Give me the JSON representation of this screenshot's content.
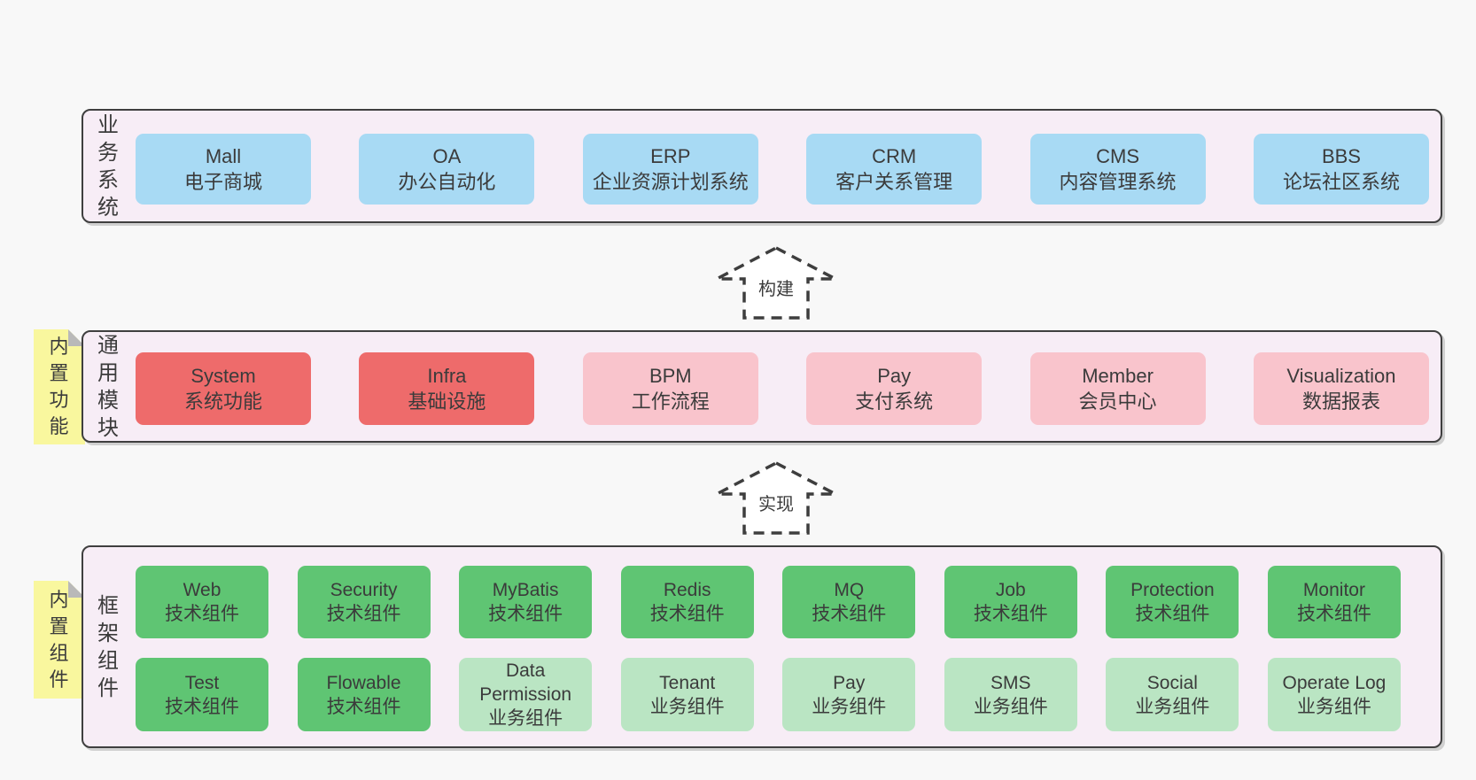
{
  "colors": {
    "page_bg": "#f8f8f8",
    "layer_bg": "#f7edf6",
    "layer_border": "#3f3f3f",
    "box_blue": "#a8daf4",
    "box_red": "#ee6b6b",
    "box_pink": "#f9c4cc",
    "box_green": "#5fc573",
    "box_lightgreen": "#bae5c3",
    "tab_yellow": "#f9f79e",
    "tab_fold_gray": "#b9b9b9",
    "text": "#3b3b3b"
  },
  "layers": [
    {
      "id": "business",
      "label": "业务系统",
      "boxes": [
        {
          "name": "Mall",
          "desc": "电子商城",
          "color": "blue"
        },
        {
          "name": "OA",
          "desc": "办公自动化",
          "color": "blue"
        },
        {
          "name": "ERP",
          "desc": "企业资源计划系统",
          "color": "blue"
        },
        {
          "name": "CRM",
          "desc": "客户关系管理",
          "color": "blue"
        },
        {
          "name": "CMS",
          "desc": "内容管理系统",
          "color": "blue"
        },
        {
          "name": "BBS",
          "desc": "论坛社区系统",
          "color": "blue"
        }
      ]
    },
    {
      "id": "common",
      "label": "通用模块",
      "tab": "内置功能",
      "boxes": [
        {
          "name": "System",
          "desc": "系统功能",
          "color": "red"
        },
        {
          "name": "Infra",
          "desc": "基础设施",
          "color": "red"
        },
        {
          "name": "BPM",
          "desc": "工作流程",
          "color": "pink"
        },
        {
          "name": "Pay",
          "desc": "支付系统",
          "color": "pink"
        },
        {
          "name": "Member",
          "desc": "会员中心",
          "color": "pink"
        },
        {
          "name": "Visualization",
          "desc": "数据报表",
          "color": "pink"
        }
      ]
    },
    {
      "id": "framework",
      "label": "框架组件",
      "tab": "内置组件",
      "rows": [
        [
          {
            "name": "Web",
            "desc": "技术组件",
            "color": "green"
          },
          {
            "name": "Security",
            "desc": "技术组件",
            "color": "green"
          },
          {
            "name": "MyBatis",
            "desc": "技术组件",
            "color": "green"
          },
          {
            "name": "Redis",
            "desc": "技术组件",
            "color": "green"
          },
          {
            "name": "MQ",
            "desc": "技术组件",
            "color": "green"
          },
          {
            "name": "Job",
            "desc": "技术组件",
            "color": "green"
          },
          {
            "name": "Protection",
            "desc": "技术组件",
            "color": "green"
          },
          {
            "name": "Monitor",
            "desc": "技术组件",
            "color": "green"
          }
        ],
        [
          {
            "name": "Test",
            "desc": "技术组件",
            "color": "green"
          },
          {
            "name": "Flowable",
            "desc": "技术组件",
            "color": "green"
          },
          {
            "name": "Data Permission",
            "desc": "业务组件",
            "color": "lightgreen"
          },
          {
            "name": "Tenant",
            "desc": "业务组件",
            "color": "lightgreen"
          },
          {
            "name": "Pay",
            "desc": "业务组件",
            "color": "lightgreen"
          },
          {
            "name": "SMS",
            "desc": "业务组件",
            "color": "lightgreen"
          },
          {
            "name": "Social",
            "desc": "业务组件",
            "color": "lightgreen"
          },
          {
            "name": "Operate Log",
            "desc": "业务组件",
            "color": "lightgreen"
          }
        ]
      ]
    }
  ],
  "arrows": [
    {
      "label": "构建"
    },
    {
      "label": "实现"
    }
  ]
}
